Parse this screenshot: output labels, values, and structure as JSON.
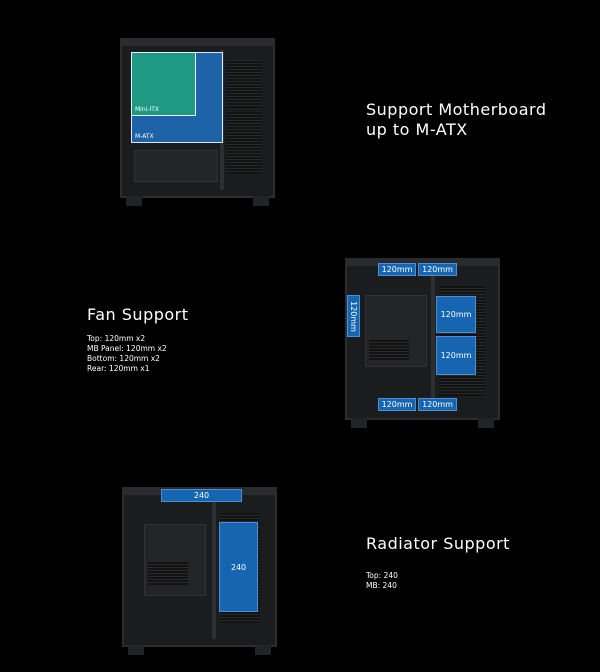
{
  "sections": [
    {
      "title_lines": [
        "Support Motherboard",
        "up to M-ATX"
      ],
      "boards": {
        "mini_itx": "Mini-ITX",
        "m_atx": "M-ATX"
      }
    },
    {
      "title": "Fan Support",
      "specs": [
        "Top: 120mm x2",
        "MB Panel: 120mm x2",
        "Bottom: 120mm x2",
        "Rear: 120mm x1"
      ],
      "labels": {
        "top1": "120mm",
        "top2": "120mm",
        "rear": "120mm",
        "mb1": "120mm",
        "mb2": "120mm",
        "bottom1": "120mm",
        "bottom2": "120mm"
      }
    },
    {
      "title": "Radiator Support",
      "specs": [
        "Top: 240",
        "MB: 240"
      ],
      "labels": {
        "top": "240",
        "mb": "240"
      }
    }
  ],
  "colors": {
    "mini_itx": "#1e9c82",
    "m_atx": "#1e6fc0",
    "label": "#1565b0"
  }
}
